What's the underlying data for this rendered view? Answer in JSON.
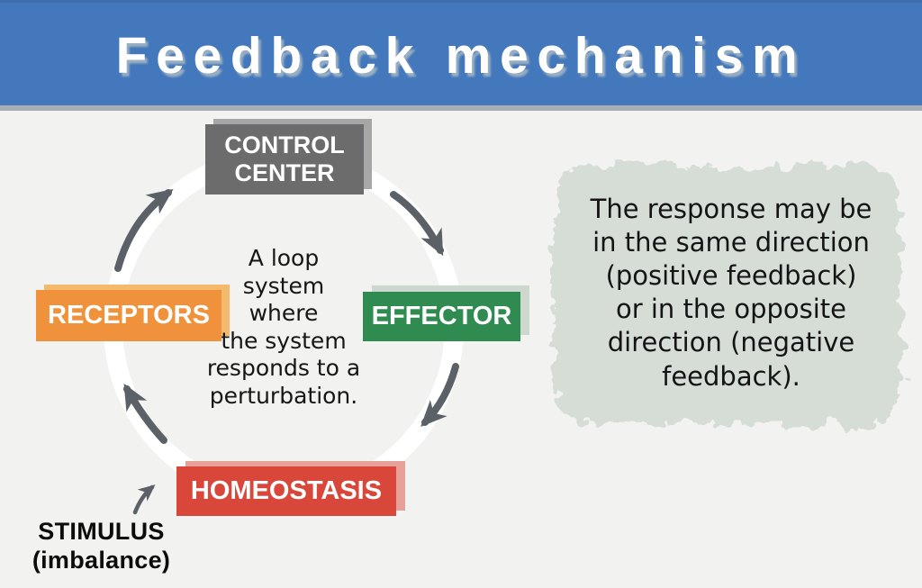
{
  "header": {
    "title": "Feedback mechanism",
    "bg_color": "#4478bc",
    "text_color": "#ffffff"
  },
  "page": {
    "bg_color": "#f2f2f0",
    "divider_color": "#a9aeb3"
  },
  "cycle": {
    "ring_color": "#ffffff",
    "arrow_color": "#5c6167",
    "nodes": [
      {
        "id": "control-center",
        "lines": [
          "CONTROL",
          "CENTER"
        ],
        "color": "#6c6c6c",
        "shadow_color": "#a7a7a7"
      },
      {
        "id": "effector",
        "label": "EFFECTOR",
        "color": "#2f8b50",
        "shadow_color": "#ccd8cd"
      },
      {
        "id": "homeostasis",
        "label": "HOMEOSTASIS",
        "color": "#d9473b",
        "shadow_color": "#e8a198"
      },
      {
        "id": "receptors",
        "label": "RECEPTORS",
        "color": "#f0923b",
        "shadow_color": "#f5b96e"
      }
    ],
    "arrows": [
      {
        "from": "receptors",
        "to": "control-center"
      },
      {
        "from": "control-center",
        "to": "effector"
      },
      {
        "from": "effector",
        "to": "homeostasis"
      },
      {
        "from": "homeostasis",
        "to": "receptors"
      }
    ],
    "center_text_lines": [
      "A loop",
      "system",
      "where",
      "the system",
      "responds to a",
      "perturbation."
    ]
  },
  "stimulus": {
    "lines": [
      "STIMULUS",
      "(imbalance)"
    ],
    "arrow_to": "homeostasis"
  },
  "note": {
    "bg_color": "#d6ddd7",
    "text_color": "#141414",
    "lines": [
      "The response may be",
      "in the same direction",
      "(positive feedback)",
      "or in the opposite",
      "direction (negative",
      "feedback)."
    ]
  }
}
